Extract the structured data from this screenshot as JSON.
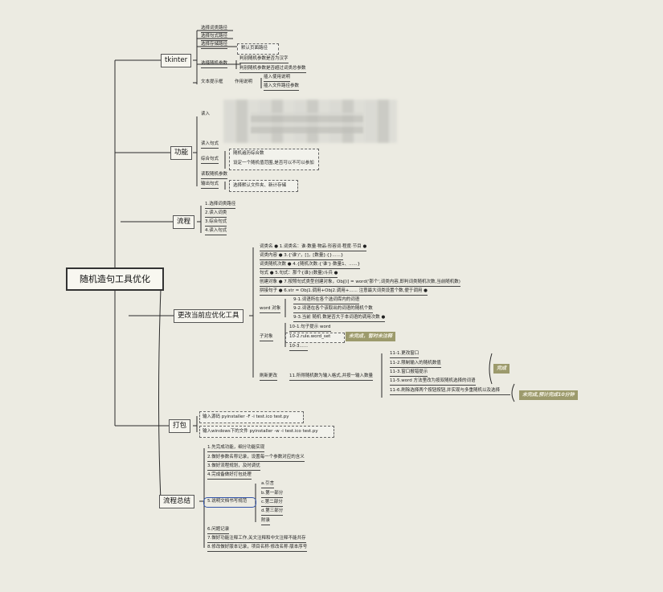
{
  "root": "随机造句工具优化",
  "tkinter": {
    "label": "tkinter",
    "items": [
      "选择词类路径",
      "选择句式路径",
      "选择存储路径"
    ],
    "default_note": "默认页面路径",
    "random_param": "选择随机参数",
    "random_subs": [
      "判别随机参数是否为汉字",
      "判别随机参数是否超过词类总参数"
    ],
    "prompt": "文本提示框",
    "prompt_mid": "作用说明",
    "prompt_subs": [
      "插入使用说明",
      "插入文件路径参数"
    ]
  },
  "gongneng": {
    "label": "功能",
    "items": [
      "读入",
      "读入句式",
      "综合句式",
      "读取随机参数",
      "输出句式"
    ],
    "combine_subs": [
      "随机遍历综合数",
      "设定一个随机值范围,是否可以不可以参加"
    ],
    "output_note": "选择默认文件夹、新计存储"
  },
  "liucheng": {
    "label": "流程",
    "items": [
      "1.选择词类路径",
      "2.读入词类",
      "3.综合句式",
      "4.读入句式"
    ]
  },
  "gengai": {
    "label": "更改当前应优化工具",
    "lines": [
      "词类名  ●   1.词类名：谁·数量·物品·形容词·程度·节目  ●",
      "词类内容  ●   3.{'谁'/'，[]，[数量]:{}......}",
      "词类随机次数  ●   4.{随机次数:{'谁'}·数量1、......}",
      "句式  ●   5.句式：那个{谁}(数量)斗兵  ●",
      "创建对象  ●   7.按照句式类型创建对象，Obj[i] = word('那个',词类内容,即判词类随机次数,当前随机数)",
      "拼接句子  ●   6.str = Obj1.调用+Obj2.调用+......  注意最大词类设置个数,便于调用  ●"
    ],
    "word_obj": "word 对象",
    "word_subs": [
      "9-1.词语所在各个选词库内的词语",
      "9-2.词语在各个该取出的词语的随机个数",
      "9-3.当前 随机 数是否大于本词语的调用次数  ●"
    ],
    "sub_obj": "子对象",
    "sub_items": [
      "10-1.句子提示 word",
      "10-2.rule.word_set",
      "10-3......"
    ],
    "sub_tag": "未完成，暂时未注释",
    "refresh": "刷新更改",
    "refresh_mid": "11.所得随机数为输入格式,并按一输入数量",
    "refresh_subs": [
      "11-1.更改窗口",
      "11-2.限制输入的随机数值",
      "11-3.窗口报错提示",
      "11-5.word 方法里改为按双随机选择的词语",
      "11-6.刷除选择两个按钮按钮,并实现与多重随机以及选择"
    ],
    "done_tag": "完成",
    "later_tag": "未完成,预计完成10分钟"
  },
  "dabao": {
    "label": "打包",
    "items": [
      "输入源码  pyinstaller -F -i test.ico test.py",
      "输入windows下的文件  pyinstaller -w -i test.ico test.py"
    ]
  },
  "zongjie": {
    "label": "流程总结",
    "items": [
      "1.先完成功能，细分功能实现",
      "2.做好参数名称记录，设置每一个参数对应的含义",
      "3.做好流程规划，及时调优",
      "4.完成备做好打包处理",
      "5.说明文档书写规范",
      "6.问题记录",
      "7.做好功能注释工作,关文注释和中文注释不能共存",
      "8.修改做好版本记录，项目名称·修改名称·版本序号"
    ],
    "doc_subs": [
      "a.引言",
      "b.第一部分",
      "c.第二部分",
      "d.第三部分",
      "附录"
    ]
  }
}
